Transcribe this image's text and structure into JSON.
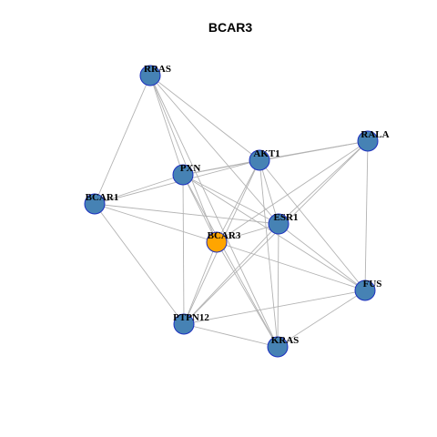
{
  "title": "BCAR3",
  "colors": {
    "node_fill": "#4682b4",
    "focus_fill": "#ffa500",
    "node_border": "#1c2fbf",
    "edge": "#b3b3b3",
    "background": "#ffffff"
  },
  "nodes": [
    {
      "id": "RRAS",
      "label": "RRAS",
      "focus": false
    },
    {
      "id": "AKT1",
      "label": "AKT1",
      "focus": false
    },
    {
      "id": "RALA",
      "label": "RALA",
      "focus": false
    },
    {
      "id": "PXN",
      "label": "PXN",
      "focus": false
    },
    {
      "id": "BCAR1",
      "label": "BCAR1",
      "focus": false
    },
    {
      "id": "ESR1",
      "label": "ESR1",
      "focus": false
    },
    {
      "id": "BCAR3",
      "label": "BCAR3",
      "focus": true
    },
    {
      "id": "FUS",
      "label": "FUS",
      "focus": false
    },
    {
      "id": "PTPN12",
      "label": "PTPN12",
      "focus": false
    },
    {
      "id": "KRAS",
      "label": "KRAS",
      "focus": false
    }
  ],
  "edges": [
    [
      "RRAS",
      "BCAR1"
    ],
    [
      "RRAS",
      "PXN"
    ],
    [
      "RRAS",
      "AKT1"
    ],
    [
      "RRAS",
      "BCAR3"
    ],
    [
      "RRAS",
      "ESR1"
    ],
    [
      "RRAS",
      "KRAS"
    ],
    [
      "AKT1",
      "BCAR1"
    ],
    [
      "AKT1",
      "PXN"
    ],
    [
      "AKT1",
      "BCAR3"
    ],
    [
      "AKT1",
      "ESR1"
    ],
    [
      "AKT1",
      "FUS"
    ],
    [
      "AKT1",
      "PTPN12"
    ],
    [
      "AKT1",
      "KRAS"
    ],
    [
      "AKT1",
      "RALA"
    ],
    [
      "RALA",
      "PXN"
    ],
    [
      "RALA",
      "ESR1"
    ],
    [
      "RALA",
      "BCAR3"
    ],
    [
      "RALA",
      "FUS"
    ],
    [
      "RALA",
      "PTPN12"
    ],
    [
      "PXN",
      "BCAR1"
    ],
    [
      "PXN",
      "BCAR3"
    ],
    [
      "PXN",
      "ESR1"
    ],
    [
      "PXN",
      "PTPN12"
    ],
    [
      "PXN",
      "FUS"
    ],
    [
      "PXN",
      "KRAS"
    ],
    [
      "BCAR1",
      "BCAR3"
    ],
    [
      "BCAR1",
      "ESR1"
    ],
    [
      "BCAR1",
      "PTPN12"
    ],
    [
      "ESR1",
      "BCAR3"
    ],
    [
      "ESR1",
      "FUS"
    ],
    [
      "ESR1",
      "PTPN12"
    ],
    [
      "ESR1",
      "KRAS"
    ],
    [
      "BCAR3",
      "FUS"
    ],
    [
      "BCAR3",
      "PTPN12"
    ],
    [
      "BCAR3",
      "KRAS"
    ],
    [
      "FUS",
      "PTPN12"
    ],
    [
      "FUS",
      "KRAS"
    ],
    [
      "PTPN12",
      "KRAS"
    ]
  ]
}
